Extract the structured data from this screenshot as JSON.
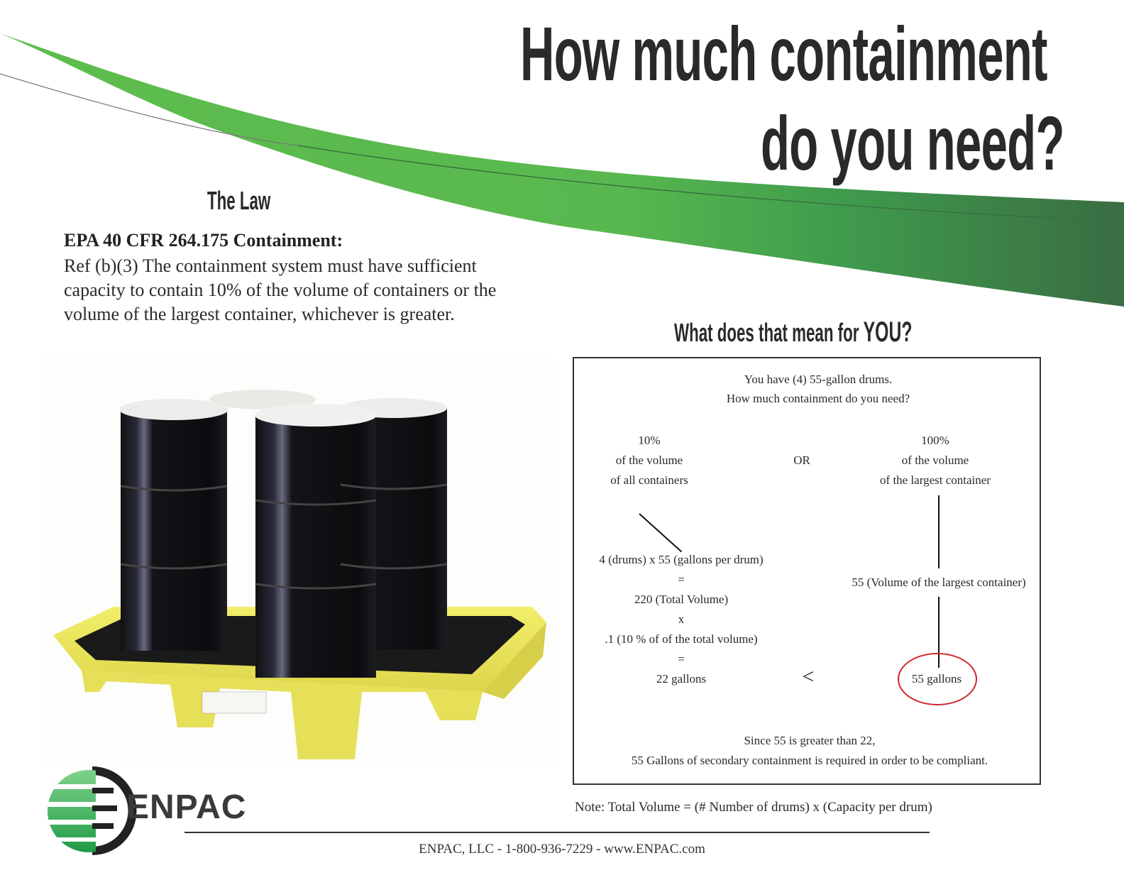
{
  "header": {
    "headline_line1": "How much containment",
    "headline_line2": "do you need?"
  },
  "colors": {
    "swoosh_light_green": "#5cbb4f",
    "swoosh_dark_green": "#3c7444",
    "accent_red": "#d2232a",
    "text_dark": "#2a2a2a"
  },
  "law": {
    "heading": "The Law",
    "title": "EPA 40 CFR 264.175 Containment:",
    "body": "Ref  (b)(3) The containment system must have sufficient capacity to contain 10% of the volume of containers or the volume of the largest container, whichever is greater."
  },
  "product_image": {
    "alt": "Four black 55-gallon drums on a yellow spill containment pallet"
  },
  "logo": {
    "text": "ENPAC"
  },
  "example": {
    "heading_prefix": "What does that mean for ",
    "heading_emphasis": "YOU?",
    "intro_line1": "You have (4) 55-gallon drums.",
    "intro_line2": "How much containment do you need?",
    "left": {
      "pct": "10%",
      "line1": "of the volume",
      "line2": "of all containers",
      "calc": [
        "4 (drums)  x 55 (gallons per drum)",
        "=",
        "220 (Total Volume)",
        "x",
        ".1 (10 % of of the total volume)",
        "=",
        "22 gallons"
      ]
    },
    "or_label": "OR",
    "right": {
      "pct": "100%",
      "line1": "of the volume",
      "line2": "of the largest container",
      "calc": "55 (Volume of the largest container)",
      "result": "55 gallons"
    },
    "comparison": "<",
    "conclusion_line1": "Since 55 is greater than 22,",
    "conclusion_line2": "55 Gallons of secondary containment is required in order to be compliant."
  },
  "note": "Note: Total Volume = (# Number of drums) x (Capacity per drum)",
  "footer": {
    "text": "ENPAC, LLC - 1-800-936-7229 - www.ENPAC.com"
  }
}
